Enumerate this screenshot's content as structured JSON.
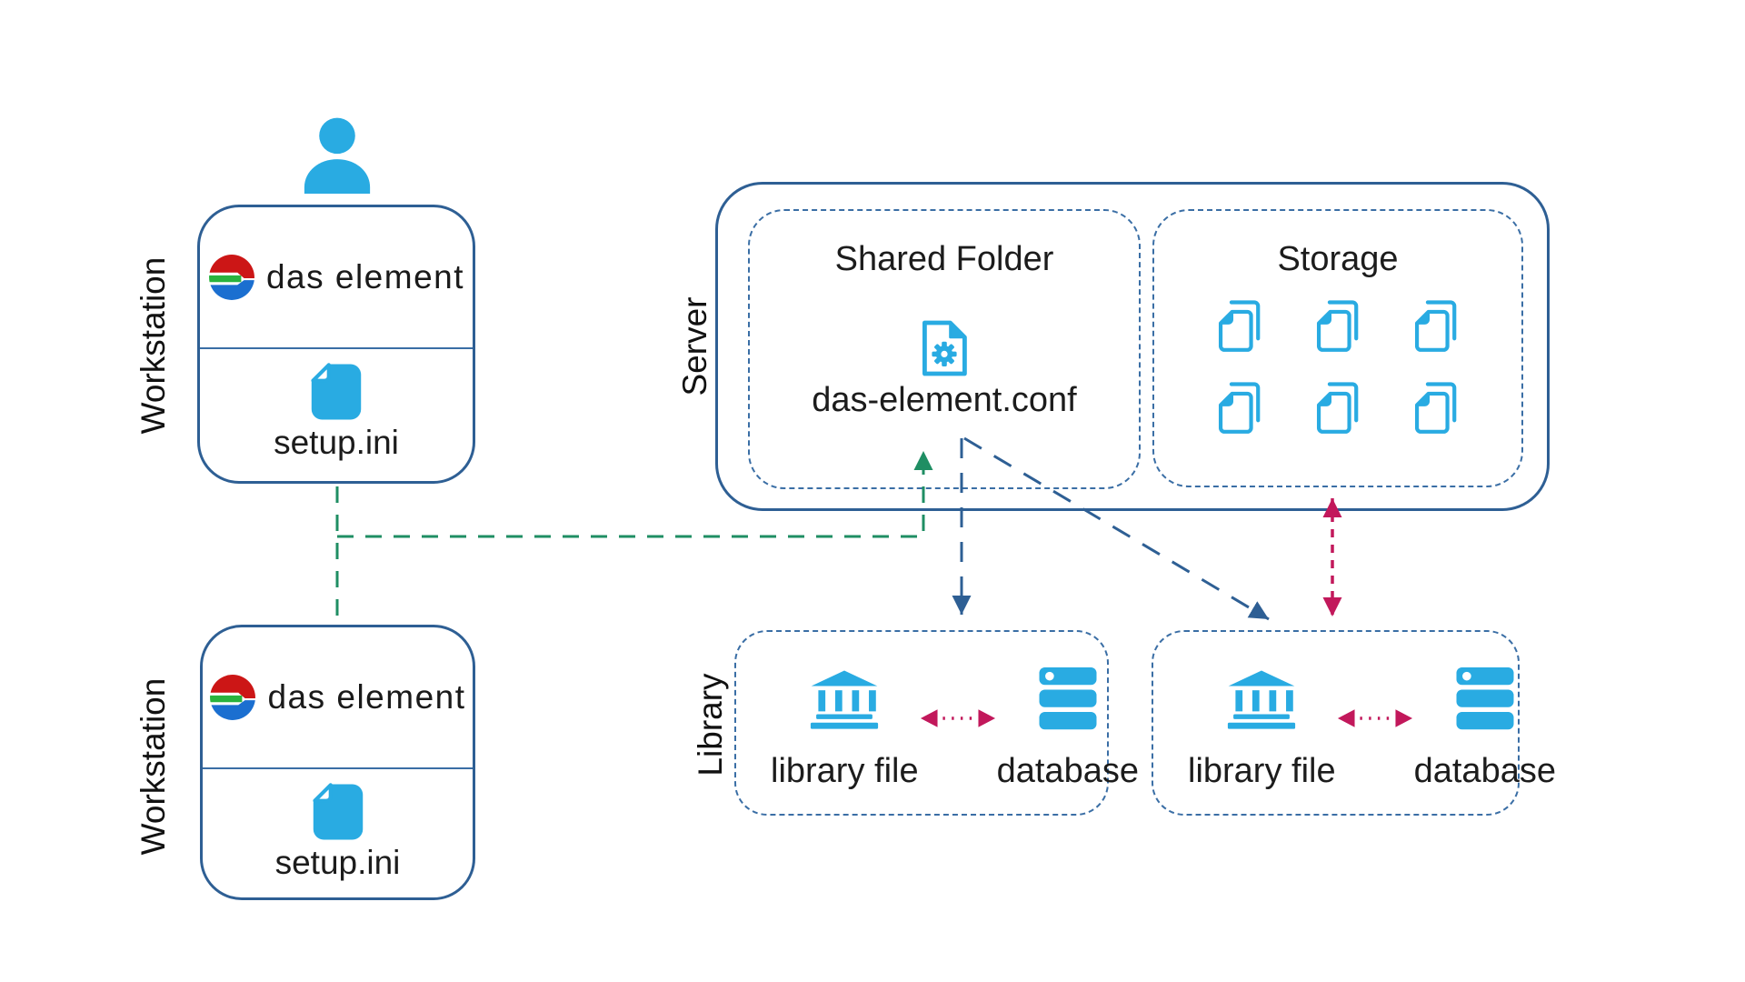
{
  "colors": {
    "icon_cyan": "#29abe2",
    "box_border_blue": "#2e5f94",
    "dashed_border_blue": "#3a6ea5",
    "arrow_green": "#1f8e63",
    "arrow_blue": "#2e5f94",
    "arrow_crimson": "#c2185b",
    "logo_red": "#cc1616",
    "logo_green": "#2ab33e",
    "logo_blue": "#1b6fd0",
    "text": "#1c1c1c"
  },
  "workstations": [
    {
      "label": "Workstation",
      "app_name": "das element",
      "file_name": "setup.ini"
    },
    {
      "label": "Workstation",
      "app_name": "das element",
      "file_name": "setup.ini"
    }
  ],
  "server": {
    "label": "Server",
    "shared_folder": {
      "title": "Shared Folder",
      "file_name": "das-element.conf"
    },
    "storage": {
      "title": "Storage",
      "file_icon_count": 6
    }
  },
  "library": {
    "label": "Library",
    "groups": [
      {
        "file_label": "library file",
        "db_label": "database"
      },
      {
        "file_label": "library file",
        "db_label": "database"
      }
    ]
  },
  "icons": {
    "user": "person silhouette",
    "das_element_logo": "red-green-blue circular e logo",
    "setup_file": "document with folded corner",
    "config_file": "document with gear",
    "storage_files": "stacked document copies",
    "library_file": "bank building",
    "database": "stacked server disks"
  },
  "connections": [
    {
      "from": "workstation-1",
      "to": "workstation-2",
      "style": "dashed",
      "color": "green",
      "arrows": "none"
    },
    {
      "from": "workstations",
      "to": "das-element.conf",
      "style": "dashed",
      "color": "green",
      "arrows": "end"
    },
    {
      "from": "das-element.conf",
      "to": "library-group-1",
      "style": "dashed",
      "color": "blue",
      "arrows": "end"
    },
    {
      "from": "das-element.conf",
      "to": "library-group-2",
      "style": "dashed",
      "color": "blue",
      "arrows": "end"
    },
    {
      "from": "storage",
      "to": "library-group-2",
      "style": "dashed",
      "color": "crimson",
      "arrows": "both"
    },
    {
      "from": "library file",
      "to": "database",
      "style": "dotted",
      "color": "crimson",
      "arrows": "both"
    }
  ]
}
